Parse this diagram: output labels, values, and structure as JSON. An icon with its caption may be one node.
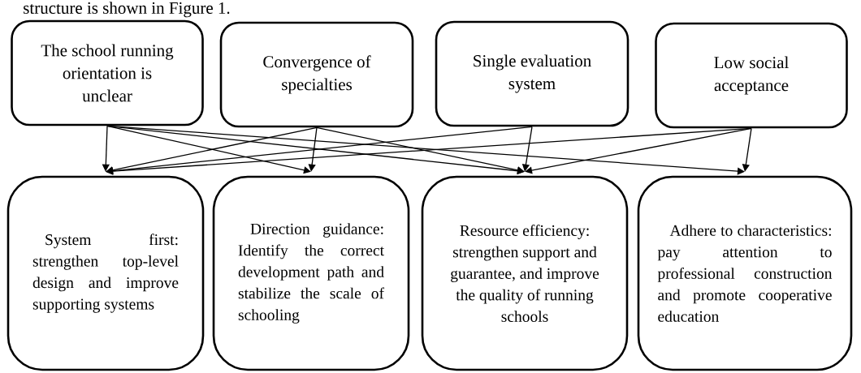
{
  "diagram": {
    "nodes": [
      {
        "text": [
          "The school running orientation is unclear"
        ]
      },
      {
        "text": [
          "Convergence of specialties"
        ]
      },
      {
        "text": [
          "Single evaluation system"
        ]
      },
      {
        "text": [
          "Low social acceptance"
        ]
      },
      {
        "text": [
          "System first: strengthen top-level design and improve supporting systems"
        ]
      },
      {
        "text": [
          "Direction guidance: Identify the correct development path and stabilize the scale of schooling"
        ]
      },
      {
        "text": [
          "Resource efficiency: strengthen support and guarantee, and improve the quality of running schools"
        ]
      },
      {
        "text": [
          "Adhere to characteristics: pay attention to professional construction and promote cooperative education"
        ]
      }
    ],
    "edges": [
      {
        "from": 0,
        "to": 4,
        "arrow": "to"
      },
      {
        "from": 0,
        "to": 5,
        "arrow": "to"
      },
      {
        "from": 0,
        "to": 6,
        "arrow": "to"
      },
      {
        "from": 0,
        "to": 7,
        "arrow": "to"
      },
      {
        "from": 1,
        "to": 4,
        "arrow": "to"
      },
      {
        "from": 1,
        "to": 5,
        "arrow": "to"
      },
      {
        "from": 1,
        "to": 6,
        "arrow": "to"
      },
      {
        "from": 2,
        "to": 4,
        "arrow": "to"
      },
      {
        "from": 2,
        "to": 6,
        "arrow": "to"
      },
      {
        "from": 3,
        "to": 4,
        "arrow": "to"
      },
      {
        "from": 3,
        "to": 6,
        "arrow": "to"
      },
      {
        "from": 3,
        "to": 7,
        "arrow": "to"
      }
    ],
    "labels": [
      "structure is shown in Figure 1."
    ]
  }
}
